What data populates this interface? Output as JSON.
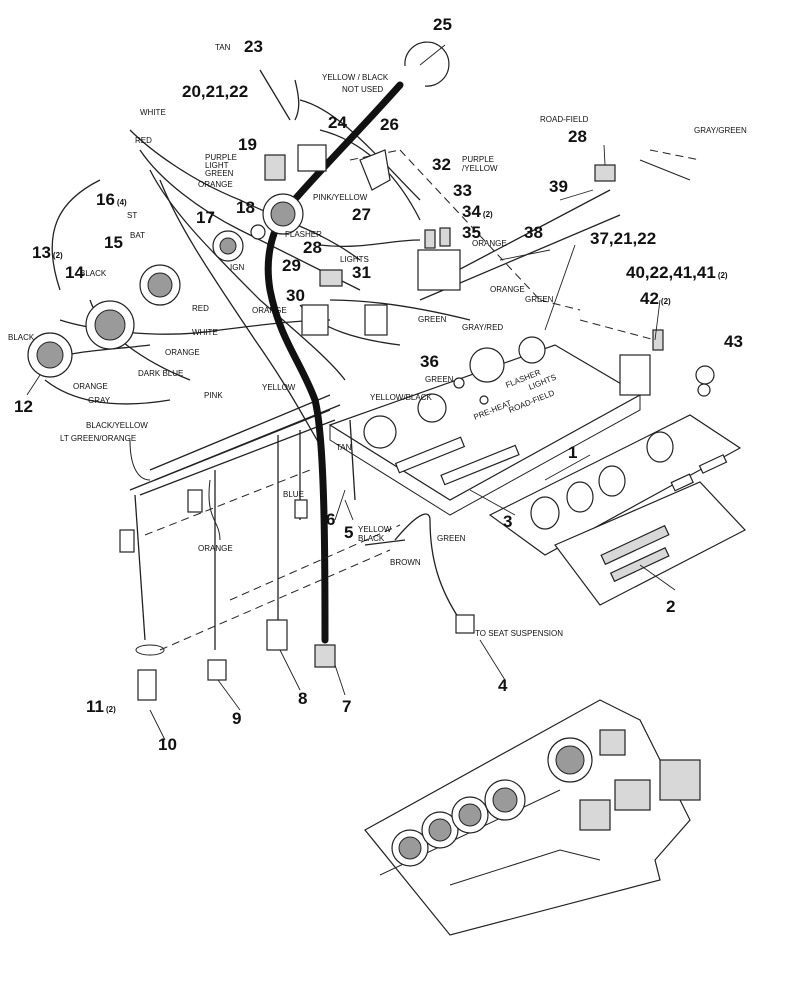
{
  "part_numbers": [
    "1",
    "2",
    "3",
    "4",
    "5",
    "6",
    "7",
    "8",
    "9",
    "10",
    "11",
    "12",
    "13",
    "14",
    "15",
    "16",
    "17",
    "18",
    "19",
    "20,21,22",
    "23",
    "24",
    "25",
    "26",
    "27",
    "28",
    "28",
    "29",
    "30",
    "31",
    "32",
    "33",
    "34",
    "35",
    "36",
    "37,21,22",
    "38",
    "39",
    "40,22,41,41",
    "42",
    "43"
  ],
  "quantities": {
    "q11": "(2)",
    "q13": "(2)",
    "q16": "(4)",
    "q34": "(2)",
    "q41": "(2)",
    "q42": "(2)"
  },
  "wire_labels": {
    "tan_top": "TAN",
    "yellow_black_top": "YELLOW / BLACK",
    "not_used": "NOT USED",
    "white_top": "WHITE",
    "red_top": "RED",
    "purple": "PURPLE",
    "light_green": "LIGHT",
    "green_a": "GREEN",
    "orange_a": "ORANGE",
    "pink_yellow": "PINK/YELLOW",
    "purple_yellow_1": "PURPLE",
    "purple_yellow_2": "/YELLOW",
    "road_field_top": "ROAD-FIELD",
    "gray_green": "GRAY/GREEN",
    "st": "ST",
    "bat": "BAT",
    "black_small": "BLACK",
    "flasher_small": "FLASHER",
    "ign": "IGN",
    "lights_small": "LIGHTS",
    "orange_b": "ORANGE",
    "green_b": "GREEN",
    "orange_c": "ORANGE",
    "gray_red": "GRAY/RED",
    "green_c": "GREEN",
    "red_mid": "RED",
    "white_mid": "WHITE",
    "orange_d": "ORANGE",
    "orange_e": "ORANGE",
    "black_left": "BLACK",
    "dark_blue": "DARK BLUE",
    "orange_f": "ORANGE",
    "gray": "GRAY",
    "pink": "PINK",
    "yellow_mid": "YELLOW",
    "yellow_black_mid": "YELLOW/BLACK",
    "green_d": "GREEN",
    "black_yellow": "BLACK/YELLOW",
    "lt_green_orange": "LT GREEN/ORANGE",
    "tan_low": "TAN",
    "blue": "BLUE",
    "orange_low": "ORANGE",
    "yellow_5": "YELLOW",
    "black_5": "BLACK",
    "brown": "BROWN",
    "green_seat": "GREEN",
    "to_seat": "TO SEAT SUSPENSION"
  },
  "panel_labels": {
    "flasher": "FLASHER",
    "lights": "LIGHTS",
    "preheat": "PRE-HEAT",
    "road_field": "ROAD-FIELD"
  }
}
